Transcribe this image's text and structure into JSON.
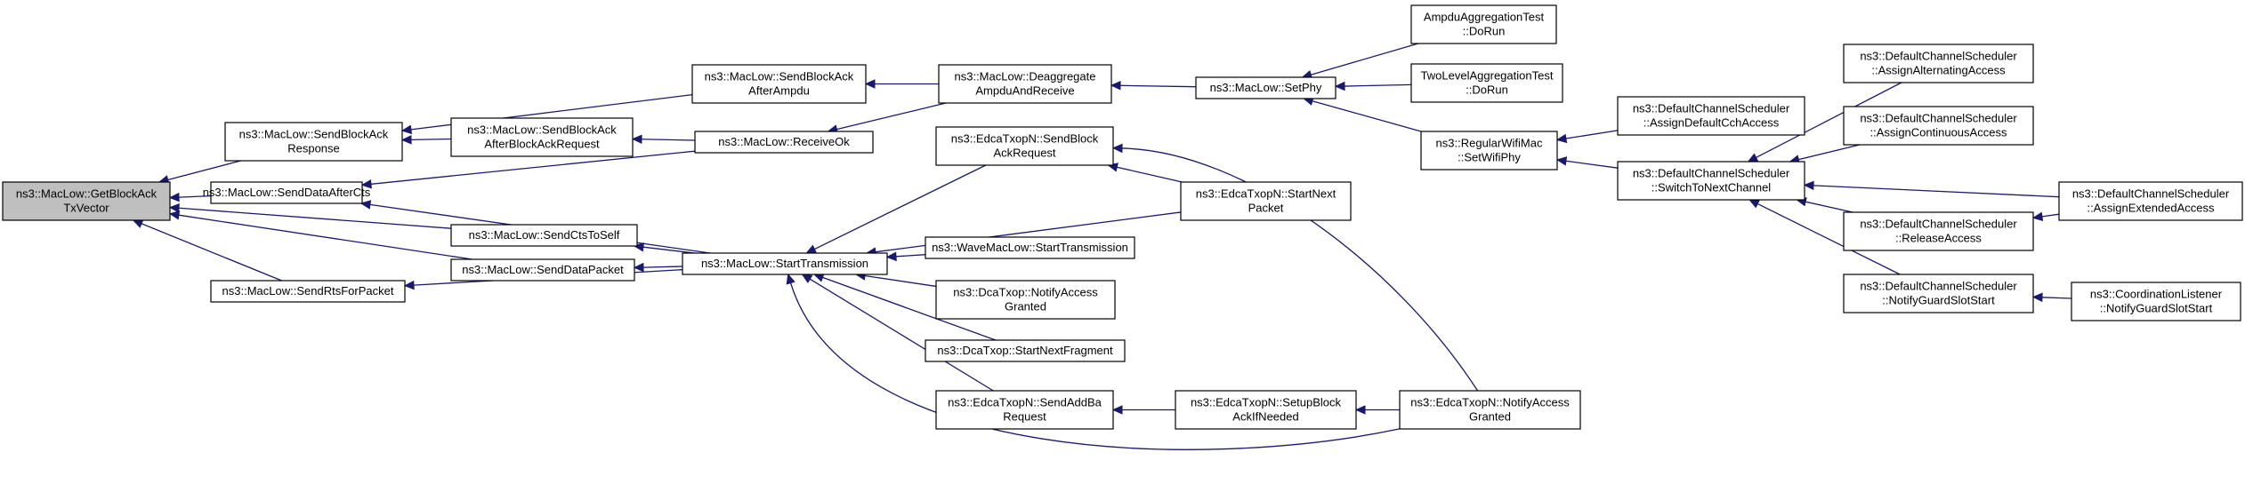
{
  "graph": {
    "nodes": [
      {
        "id": "root",
        "lines": [
          "ns3::MacLow::GetBlockAck",
          "TxVector"
        ]
      },
      {
        "id": "sbar",
        "lines": [
          "ns3::MacLow::SendBlockAck",
          "Response"
        ]
      },
      {
        "id": "sdac",
        "lines": [
          "ns3::MacLow::SendDataAfterCts"
        ]
      },
      {
        "id": "scts",
        "lines": [
          "ns3::MacLow::SendCtsToSelf"
        ]
      },
      {
        "id": "sdp",
        "lines": [
          "ns3::MacLow::SendDataPacket"
        ]
      },
      {
        "id": "srts",
        "lines": [
          "ns3::MacLow::SendRtsForPacket"
        ]
      },
      {
        "id": "sbaa",
        "lines": [
          "ns3::MacLow::SendBlockAck",
          "AfterAmpdu"
        ]
      },
      {
        "id": "sbab",
        "lines": [
          "ns3::MacLow::SendBlockAck",
          "AfterBlockAckRequest"
        ]
      },
      {
        "id": "rok",
        "lines": [
          "ns3::MacLow::ReceiveOk"
        ]
      },
      {
        "id": "st",
        "lines": [
          "ns3::MacLow::StartTransmission"
        ]
      },
      {
        "id": "dar",
        "lines": [
          "ns3::MacLow::Deaggregate",
          "AmpduAndReceive"
        ]
      },
      {
        "id": "esbar",
        "lines": [
          "ns3::EdcaTxopN::SendBlock",
          "AckRequest"
        ]
      },
      {
        "id": "wave",
        "lines": [
          "ns3::WaveMacLow::StartTransmission"
        ]
      },
      {
        "id": "dcana",
        "lines": [
          "ns3::DcaTxop::NotifyAccess",
          "Granted"
        ]
      },
      {
        "id": "dcsnf",
        "lines": [
          "ns3::DcaTxop::StartNextFragment"
        ]
      },
      {
        "id": "esab",
        "lines": [
          "ns3::EdcaTxopN::SendAddBa",
          "Request"
        ]
      },
      {
        "id": "setphy",
        "lines": [
          "ns3::MacLow::SetPhy"
        ]
      },
      {
        "id": "esnp",
        "lines": [
          "ns3::EdcaTxopN::StartNext",
          "Packet"
        ]
      },
      {
        "id": "esba",
        "lines": [
          "ns3::EdcaTxopN::SetupBlock",
          "AckIfNeeded"
        ]
      },
      {
        "id": "ampdu",
        "lines": [
          "AmpduAggregationTest",
          "::DoRun"
        ]
      },
      {
        "id": "twol",
        "lines": [
          "TwoLevelAggregationTest",
          "::DoRun"
        ]
      },
      {
        "id": "rwm",
        "lines": [
          "ns3::RegularWifiMac",
          "::SetWifiPhy"
        ]
      },
      {
        "id": "enag",
        "lines": [
          "ns3::EdcaTxopN::NotifyAccess",
          "Granted"
        ]
      },
      {
        "id": "adcch",
        "lines": [
          "ns3::DefaultChannelScheduler",
          "::AssignDefaultCchAccess"
        ]
      },
      {
        "id": "stnc",
        "lines": [
          "ns3::DefaultChannelScheduler",
          "::SwitchToNextChannel"
        ]
      },
      {
        "id": "aalt",
        "lines": [
          "ns3::DefaultChannelScheduler",
          "::AssignAlternatingAccess"
        ]
      },
      {
        "id": "acont",
        "lines": [
          "ns3::DefaultChannelScheduler",
          "::AssignContinuousAccess"
        ]
      },
      {
        "id": "rel",
        "lines": [
          "ns3::DefaultChannelScheduler",
          "::ReleaseAccess"
        ]
      },
      {
        "id": "ngss",
        "lines": [
          "ns3::DefaultChannelScheduler",
          "::NotifyGuardSlotStart"
        ]
      },
      {
        "id": "aext",
        "lines": [
          "ns3::DefaultChannelScheduler",
          "::AssignExtendedAccess"
        ]
      },
      {
        "id": "cl",
        "lines": [
          "ns3::CoordinationListener",
          "::NotifyGuardSlotStart"
        ]
      }
    ],
    "edges": [
      {
        "from": "sbar",
        "to": "root"
      },
      {
        "from": "sdac",
        "to": "root"
      },
      {
        "from": "scts",
        "to": "root"
      },
      {
        "from": "sdp",
        "to": "root"
      },
      {
        "from": "srts",
        "to": "root"
      },
      {
        "from": "sbaa",
        "to": "sbar"
      },
      {
        "from": "sbab",
        "to": "sbar"
      },
      {
        "from": "rok",
        "to": "sbab"
      },
      {
        "from": "rok",
        "to": "sdac"
      },
      {
        "from": "dar",
        "to": "sbaa"
      },
      {
        "from": "dar",
        "to": "rok"
      },
      {
        "from": "setphy",
        "to": "dar"
      },
      {
        "from": "ampdu",
        "to": "setphy"
      },
      {
        "from": "twol",
        "to": "setphy"
      },
      {
        "from": "rwm",
        "to": "setphy"
      },
      {
        "from": "adcch",
        "to": "rwm"
      },
      {
        "from": "stnc",
        "to": "rwm"
      },
      {
        "from": "aalt",
        "to": "stnc"
      },
      {
        "from": "acont",
        "to": "stnc"
      },
      {
        "from": "aext",
        "to": "stnc"
      },
      {
        "from": "rel",
        "to": "stnc"
      },
      {
        "from": "ngss",
        "to": "stnc"
      },
      {
        "from": "aext",
        "to": "rel"
      },
      {
        "from": "cl",
        "to": "ngss"
      },
      {
        "from": "st",
        "to": "sdac"
      },
      {
        "from": "st",
        "to": "scts"
      },
      {
        "from": "st",
        "to": "sdp"
      },
      {
        "from": "st",
        "to": "srts"
      },
      {
        "from": "esbar",
        "to": "st"
      },
      {
        "from": "esnp",
        "to": "st"
      },
      {
        "from": "wave",
        "to": "st"
      },
      {
        "from": "dcana",
        "to": "st"
      },
      {
        "from": "dcsnf",
        "to": "st"
      },
      {
        "from": "esab",
        "to": "st"
      },
      {
        "from": "enag",
        "to": "st"
      },
      {
        "from": "esnp",
        "to": "esbar"
      },
      {
        "from": "enag",
        "to": "esbar"
      },
      {
        "from": "esba",
        "to": "esab"
      },
      {
        "from": "enag",
        "to": "esba"
      }
    ]
  }
}
